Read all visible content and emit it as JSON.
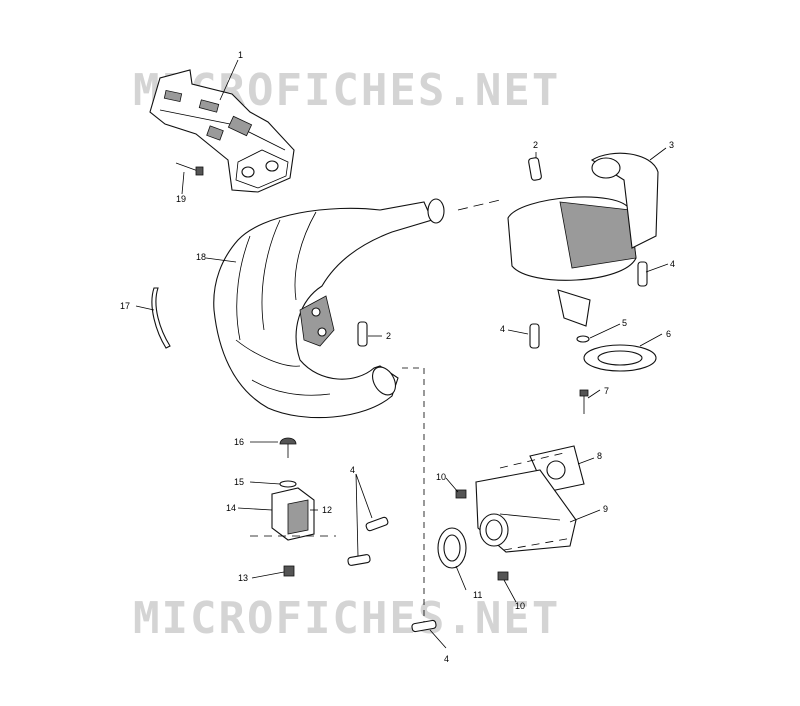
{
  "watermark": {
    "top": "MICROFICHES.NET",
    "bottom": "MICROFICHES.NET"
  },
  "callouts": {
    "c1": "1",
    "c2_top": "2",
    "c2_mid": "2",
    "c3": "3",
    "c4_right": "4",
    "c4_mid": "4",
    "c4_low": "4",
    "c4_bottom": "4",
    "c5": "5",
    "c6": "6",
    "c7": "7",
    "c8": "8",
    "c9": "9",
    "c10_top": "10",
    "c10_bottom": "10",
    "c11": "11",
    "c12": "12",
    "c13": "13",
    "c14": "14",
    "c15": "15",
    "c16": "16",
    "c17": "17",
    "c18": "18",
    "c19": "19"
  },
  "colors": {
    "line": "#000000",
    "shade": "#9a9a9a",
    "watermark": "#d4d4d4"
  }
}
